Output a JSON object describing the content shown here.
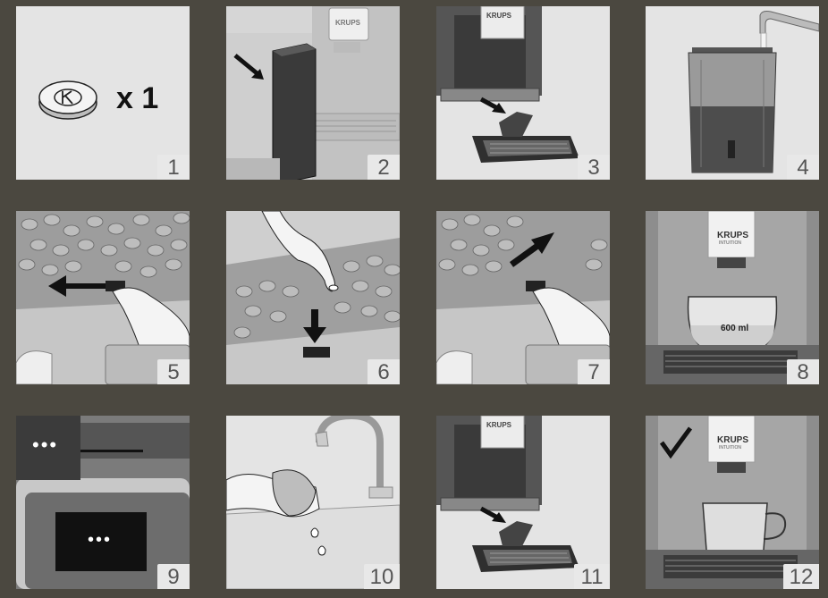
{
  "steps": [
    {
      "number": "1",
      "text": "x 1"
    },
    {
      "number": "2",
      "brand": "KRUPS"
    },
    {
      "number": "3",
      "brand": "KRUPS"
    },
    {
      "number": "4"
    },
    {
      "number": "5"
    },
    {
      "number": "6"
    },
    {
      "number": "7"
    },
    {
      "number": "8",
      "brand": "KRUPS",
      "sub_brand": "INTUITION",
      "cup_label": "600 ml"
    },
    {
      "number": "9",
      "display_top": "•••",
      "display_center": "•••"
    },
    {
      "number": "10"
    },
    {
      "number": "11",
      "brand": "KRUPS"
    },
    {
      "number": "12",
      "brand": "KRUPS",
      "sub_brand": "INTUITION"
    }
  ],
  "colors": {
    "background": "#4b4840",
    "panel": "#e4e4e4",
    "machine_dark": "#3a3a3a",
    "bean": "#a9a9a9"
  },
  "icons": {
    "step1": "cleaning-tablet-icon",
    "check12": "checkmark-icon"
  }
}
